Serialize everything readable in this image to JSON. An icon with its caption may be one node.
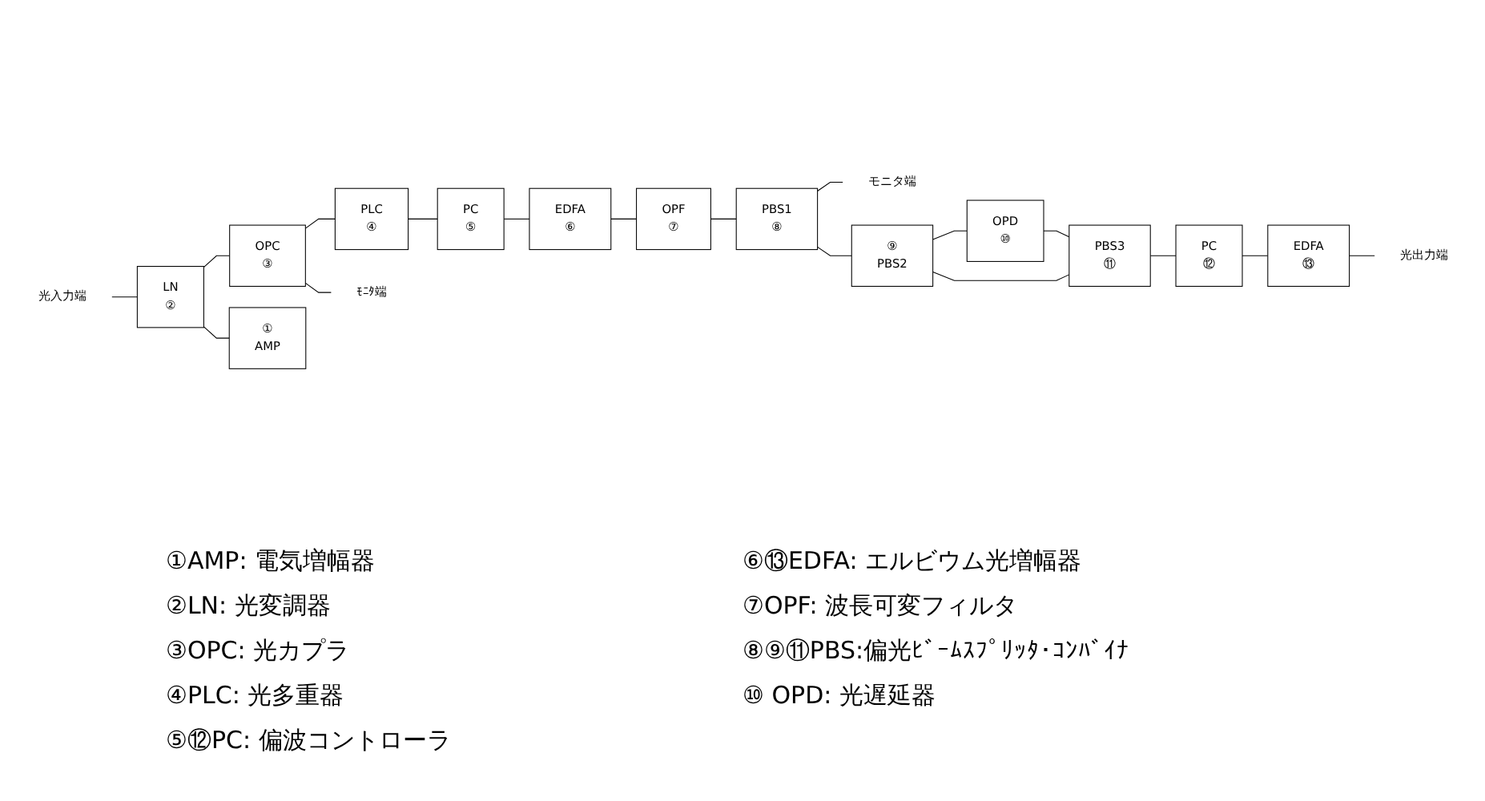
{
  "diagram": {
    "nodes": [
      {
        "text": [
          "光入力端"
        ]
      },
      {
        "text": [
          "LN",
          "②"
        ]
      },
      {
        "text": [
          "OPC",
          "③"
        ]
      },
      {
        "text": [
          "PLC",
          "④"
        ]
      },
      {
        "text": [
          "PC",
          "⑤"
        ]
      },
      {
        "text": [
          "EDFA",
          "⑥"
        ]
      },
      {
        "text": [
          "OPF",
          "⑦"
        ]
      },
      {
        "text": [
          "PBS1",
          "⑧"
        ]
      },
      {
        "text": [
          "モニタ端"
        ]
      },
      {
        "text": [
          "ﾓﾆﾀ端"
        ]
      },
      {
        "text": [
          "①",
          "AMP"
        ]
      },
      {
        "text": [
          "OPD",
          "⑩"
        ]
      },
      {
        "text": [
          "⑨",
          "PBS2"
        ]
      },
      {
        "text": [
          "EDFA",
          "⑬"
        ]
      },
      {
        "text": [
          "PC",
          "⑫"
        ]
      },
      {
        "text": [
          "PBS3",
          "⑪"
        ]
      },
      {
        "text": [
          "光出力端"
        ]
      }
    ],
    "edges": [
      {
        "from": 0,
        "to": 1,
        "arrow": "none"
      },
      {
        "from": 1,
        "to": 2,
        "arrow": "none"
      },
      {
        "from": 2,
        "to": 3,
        "arrow": "none"
      },
      {
        "from": 3,
        "to": 4,
        "arrow": "none"
      },
      {
        "from": 4,
        "to": 5,
        "arrow": "none"
      },
      {
        "from": 5,
        "to": 6,
        "arrow": "none"
      },
      {
        "from": 6,
        "to": 7,
        "arrow": "none"
      },
      {
        "from": 7,
        "to": 8,
        "arrow": "none"
      },
      {
        "from": 2,
        "to": 9,
        "arrow": "none"
      },
      {
        "from": 1,
        "to": 10,
        "arrow": "none"
      },
      {
        "from": 7,
        "to": 12,
        "arrow": "none"
      },
      {
        "from": 12,
        "to": 11,
        "arrow": "none"
      },
      {
        "from": 11,
        "to": 15,
        "arrow": "none"
      },
      {
        "from": 12,
        "to": 15,
        "arrow": "none"
      },
      {
        "from": 15,
        "to": 14,
        "arrow": "none"
      },
      {
        "from": 14,
        "to": 13,
        "arrow": "none"
      },
      {
        "from": 13,
        "to": 16,
        "arrow": "none"
      }
    ],
    "labels": [
      "①AMP: 電気増幅器",
      "②LN: 光変調器",
      "③OPC: 光カプラ",
      "④PLC: 光多重器",
      "⑤⑫PC: 偏波コントローラ",
      "⑥⑬EDFA: エルビウム光増幅器",
      "⑦OPF: 波長可変フィルタ",
      "⑧⑨⑪PBS:偏光ﾋﾞｰﾑｽﾌﾟﾘｯﾀ･ｺﾝﾊﾞｲﾅ",
      "⑩ OPD: 光遅延器"
    ]
  }
}
